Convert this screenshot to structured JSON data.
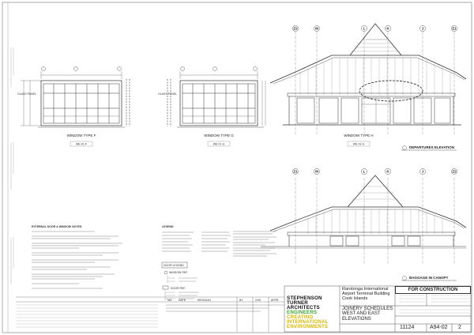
{
  "window_labels": {
    "type_f": "WINDOW TYPE F",
    "type_g": "WINDOW TYPE G",
    "type_h": "WINDOW TYPE H",
    "sub_f": "WE-01-F",
    "sub_g": "WE-01-G",
    "sub_h": "WE-01-H"
  },
  "elevation_labels": {
    "departures": "DEPARTURES ELEVATION",
    "baggage": "BAGGAGE IN CANOPY"
  },
  "grid_bubbles_top": [
    "Z2",
    "M",
    "L",
    "K",
    "J",
    "Z1"
  ],
  "grid_bubbles_bottom": [
    "Z1",
    "M",
    "L",
    "K",
    "J",
    "Z2"
  ],
  "notes_title": "EXTERNAL DOOR & WINDOW NOTES:",
  "legend_title": "LEGEND",
  "door_legend_title": "DOOR LEGEND",
  "window_ref": "WINDOW REF.",
  "door_ref": "DOOR REF.",
  "for_construction": "FOR CONSTRUCTION",
  "firm": {
    "line1": "STEPHENSON",
    "line2": "TURNER",
    "line3": "ARCHITECTS",
    "line4": "ENGINEERS",
    "line5": "CREATING",
    "line6": "INTERNATIONAL",
    "line7": "ENVIRONMENTS"
  },
  "project": {
    "line1": "Rarotonga International",
    "line2": "Airport Terminal Building",
    "line3": "Cook Islands"
  },
  "drawing_title": {
    "line1": "JOINERY SCHEDULES",
    "line2": "WEST AND EAST",
    "line3": "ELEVATIONS"
  },
  "job_no": "11124",
  "drawing_no": "A94-02",
  "revision": "2",
  "revision_table_header": [
    "NO.",
    "DATE",
    "REVISION",
    "BY",
    "CHK",
    "APPR"
  ],
  "colors": {
    "line": "#333333",
    "light": "#9a9a9a",
    "green": "#3fa535",
    "yellow": "#d9b800"
  }
}
